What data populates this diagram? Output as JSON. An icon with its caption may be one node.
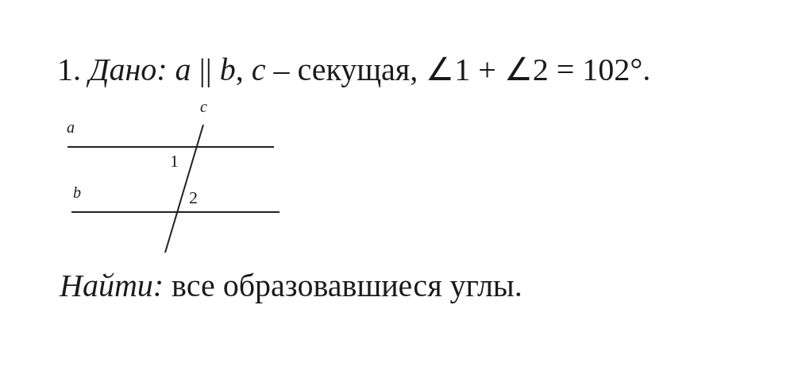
{
  "diagram": {
    "labels": [
      "1. *Дано: a* || *b*, *c* – секущая, ∠1 + ∠2 = 102°.",
      "c",
      "a",
      "1",
      "b",
      "2",
      "*Найти:* все образовавшиеся углы."
    ]
  }
}
